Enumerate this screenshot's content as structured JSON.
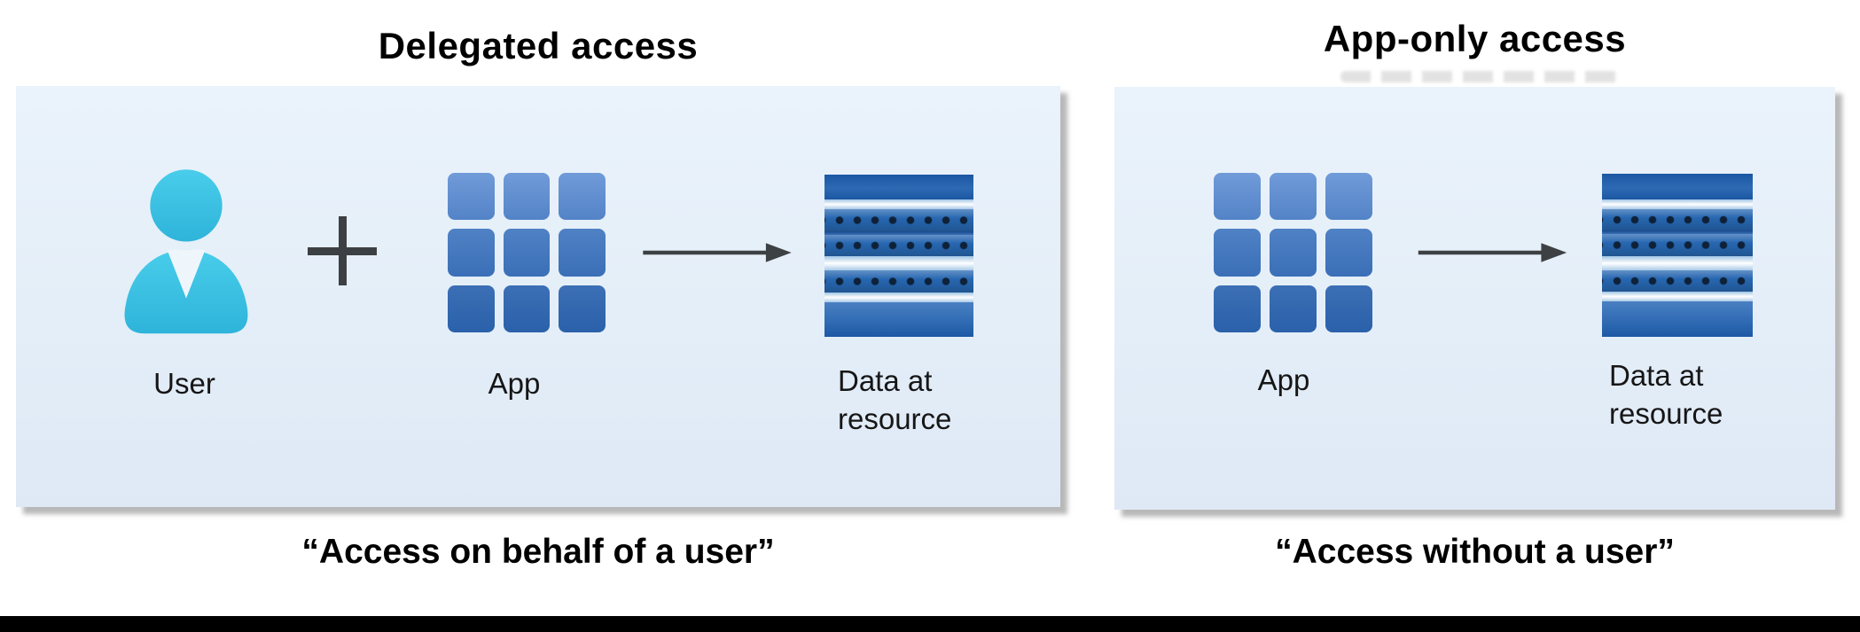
{
  "diagram": {
    "left": {
      "title": "Delegated access",
      "caption": "“Access on behalf of a user”",
      "user_label": "User",
      "app_label": "App",
      "resource_label": "Data at resource"
    },
    "right": {
      "title": "App-only access",
      "caption": "“Access without a user”",
      "app_label": "App",
      "resource_label": "Data at resource"
    },
    "colors": {
      "panel_background_top": "#eaf3fb",
      "panel_background_bottom": "#dfe9f6",
      "user_icon": "#3bc1e5",
      "app_tile_top_row": "#6494d3",
      "app_tile_middle_row": "#4378be",
      "app_tile_bottom_row": "#2f66b0",
      "resource_dark_band": "#1e5ca6",
      "resource_light_stripe": "#cfe3f3",
      "resource_dots": "#0e2138",
      "arrow": "#3e4144",
      "plus_sign": "#3d4043",
      "bottom_bar": "#000000"
    }
  }
}
